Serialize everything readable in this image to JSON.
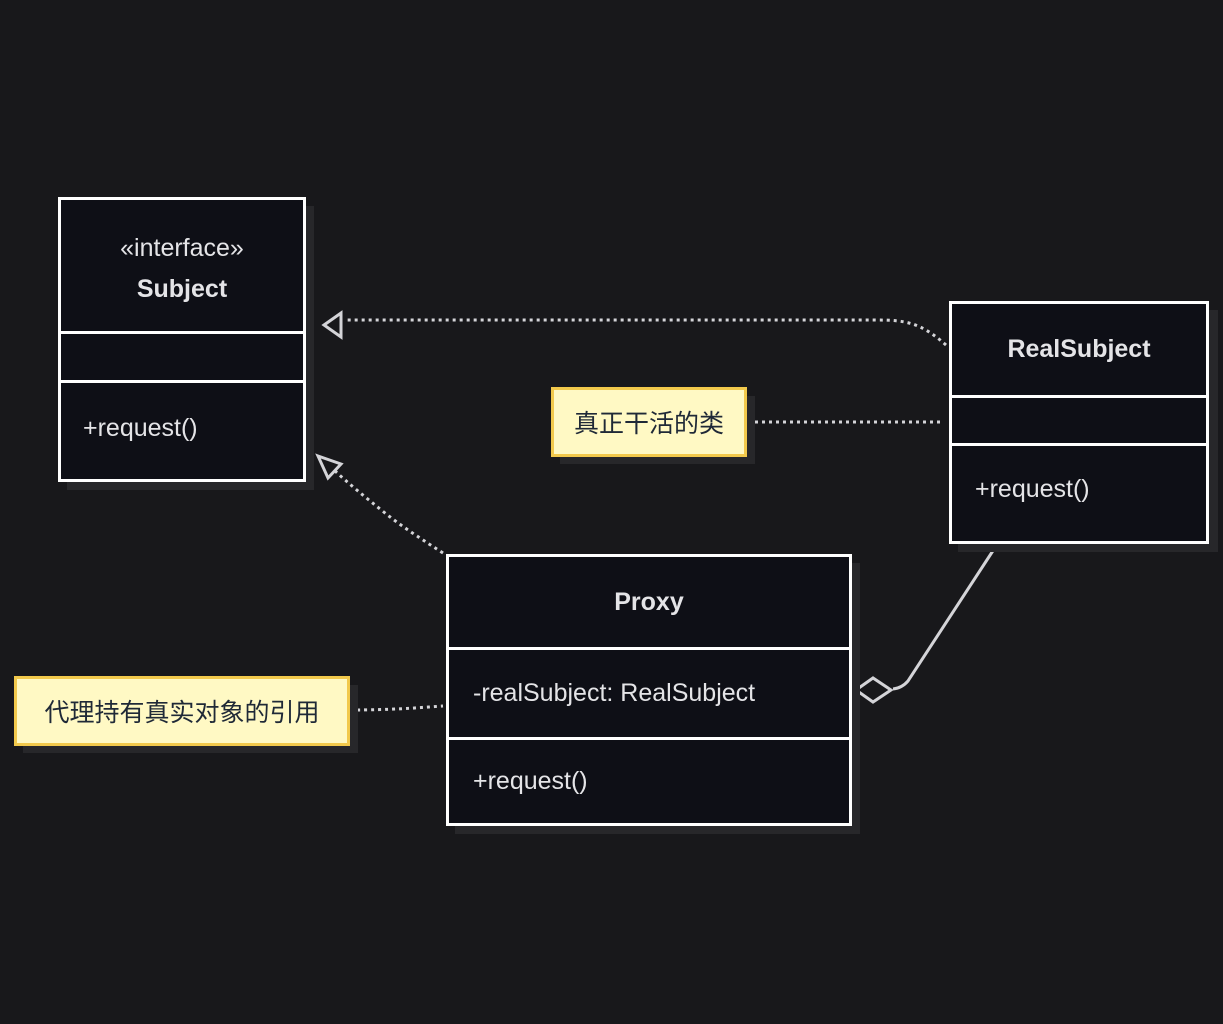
{
  "diagram": {
    "classes": {
      "subject": {
        "stereotype": "«interface»",
        "name": "Subject",
        "attributes": [],
        "methods": [
          "+request()"
        ]
      },
      "real_subject": {
        "name": "RealSubject",
        "attributes": [],
        "methods": [
          "+request()"
        ]
      },
      "proxy": {
        "name": "Proxy",
        "attributes": [
          "-realSubject: RealSubject"
        ],
        "methods": [
          "+request()"
        ]
      }
    },
    "notes": {
      "real_subject_note": "真正干活的类",
      "proxy_note": "代理持有真实对象的引用"
    },
    "relationships": [
      {
        "from": "RealSubject",
        "to": "Subject",
        "kind": "realization"
      },
      {
        "from": "Proxy",
        "to": "Subject",
        "kind": "realization"
      },
      {
        "from": "RealSubject",
        "to": "Proxy",
        "kind": "aggregation"
      }
    ],
    "colors": {
      "background": "#18181b",
      "class_fill": "#0e0f16",
      "class_border": "#ffffff",
      "edge": "#d4d4d8",
      "note_fill": "#fff9c4",
      "note_border": "#f2c94c"
    }
  }
}
